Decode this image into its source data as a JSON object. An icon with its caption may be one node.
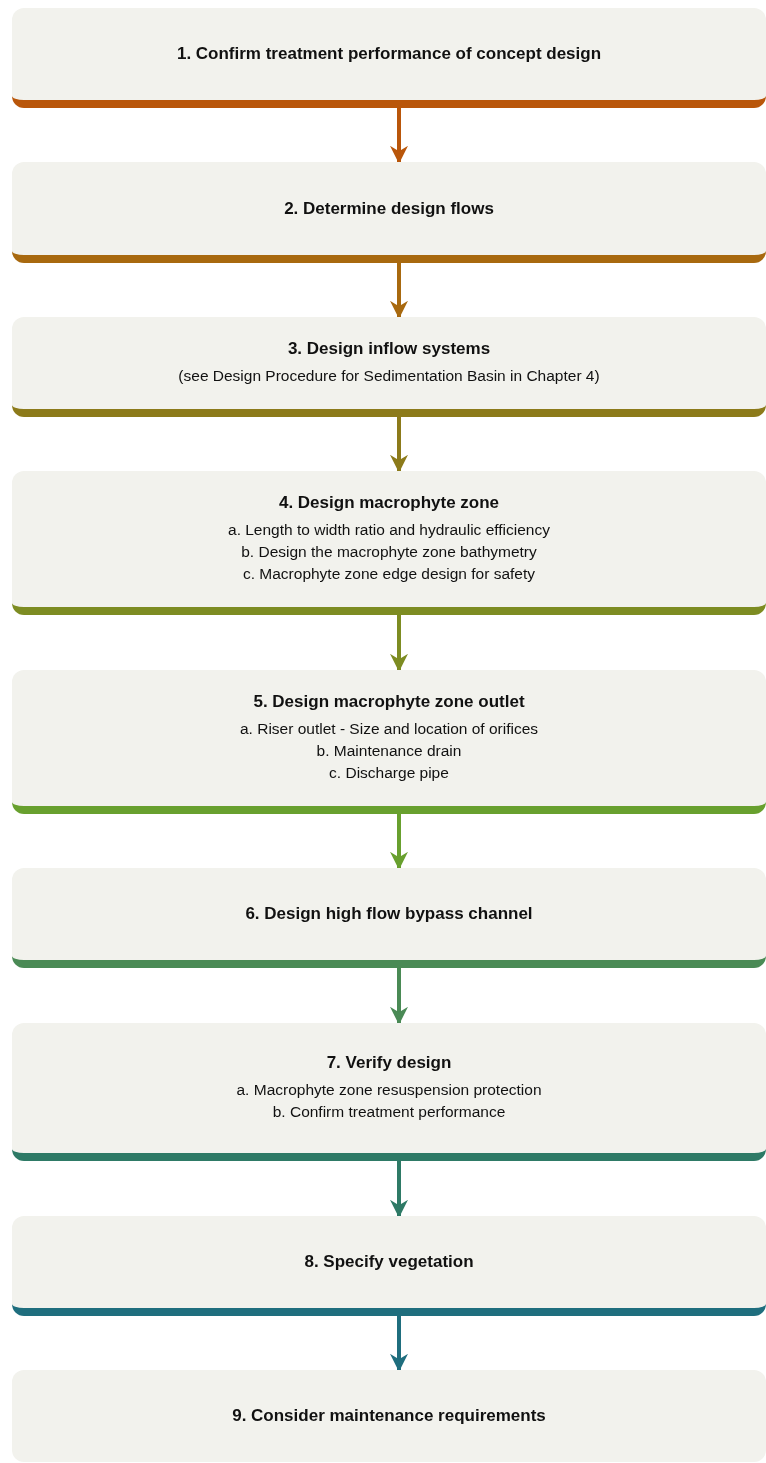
{
  "diagram": {
    "nodes": [
      {
        "text": [
          "1. Confirm treatment performance of concept design"
        ]
      },
      {
        "text": [
          "2. Determine design flows"
        ]
      },
      {
        "text": [
          "3. Design inflow systems",
          "(see Design Procedure for Sedimentation Basin in Chapter 4)"
        ]
      },
      {
        "text": [
          "4. Design macrophyte zone",
          "a. Length to width ratio and hydraulic efficiency",
          "b. Design the macrophyte zone bathymetry",
          "c. Macrophyte zone edge design for safety"
        ]
      },
      {
        "text": [
          "5. Design macrophyte zone outlet",
          "a. Riser outlet - Size and location of orifices",
          "b. Maintenance drain",
          "c. Discharge pipe"
        ]
      },
      {
        "text": [
          "6. Design high flow bypass channel"
        ]
      },
      {
        "text": [
          "7. Verify design",
          "a. Macrophyte zone resuspension protection",
          "b. Confirm treatment performance"
        ]
      },
      {
        "text": [
          "8. Specify vegetation"
        ]
      },
      {
        "text": [
          "9. Consider maintenance requirements"
        ]
      }
    ],
    "edges": [
      {
        "from": 0,
        "to": 1,
        "arrow": "to",
        "color": "#b9560a"
      },
      {
        "from": 1,
        "to": 2,
        "arrow": "to",
        "color": "#a8690f"
      },
      {
        "from": 2,
        "to": 3,
        "arrow": "to",
        "color": "#8c7a1a"
      },
      {
        "from": 3,
        "to": 4,
        "arrow": "to",
        "color": "#7d8c22"
      },
      {
        "from": 4,
        "to": 5,
        "arrow": "to",
        "color": "#68a02e"
      },
      {
        "from": 5,
        "to": 6,
        "arrow": "to",
        "color": "#4a8a55"
      },
      {
        "from": 6,
        "to": 7,
        "arrow": "to",
        "color": "#2e7a66"
      },
      {
        "from": 7,
        "to": 8,
        "arrow": "to",
        "color": "#1f6e7e"
      }
    ]
  }
}
